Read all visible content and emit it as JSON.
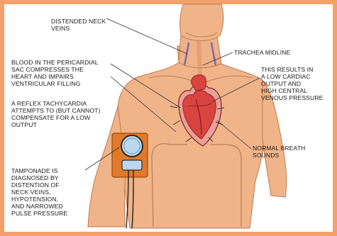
{
  "colors": {
    "border": "#f4a06a",
    "skin": "#f0b488",
    "skin_shadow": "#d9946a",
    "heart": "#d9443f",
    "heart_dark": "#a72a2a",
    "cuff": "#e07a2a",
    "gauge": "#bcd8ee"
  },
  "labels": {
    "distended_neck_veins": "DISTENDED NECK\nVEINS",
    "trachea_midline": "TRACHEA MIDLINE",
    "blood_in_pericardial_sac": "BLOOD IN THE PERICARDIAL\nSAC COMPRESSES THE\nHEART AND IMPAIRS\nVENTRICULAR FILLING",
    "low_cardiac_output": "THIS RESULTS IN\nA LOW CARDIAC\nOUTPUT AND\nHIGH CENTRAL\nVENOUS PRESSURE",
    "reflex_tachycardia": "A REFLEX TACHYCARDIA\nATTEMPTS TO (BUT CANNOT)\nCOMPENSATE FOR A LOW\nOUTPUT",
    "normal_breath_sounds": "NORMAL BREATH\nSOUNDS",
    "tamponade_diagnosis": "TAMPONADE IS\nDIAGNOSED BY\nDISTENTION OF\nNECK VEINS,\nHYPOTENSION,\nAND NARROWED\nPULSE PRESSURE"
  },
  "icons": {
    "heart": "heart-illustration",
    "cuff": "blood-pressure-cuff-illustration"
  }
}
